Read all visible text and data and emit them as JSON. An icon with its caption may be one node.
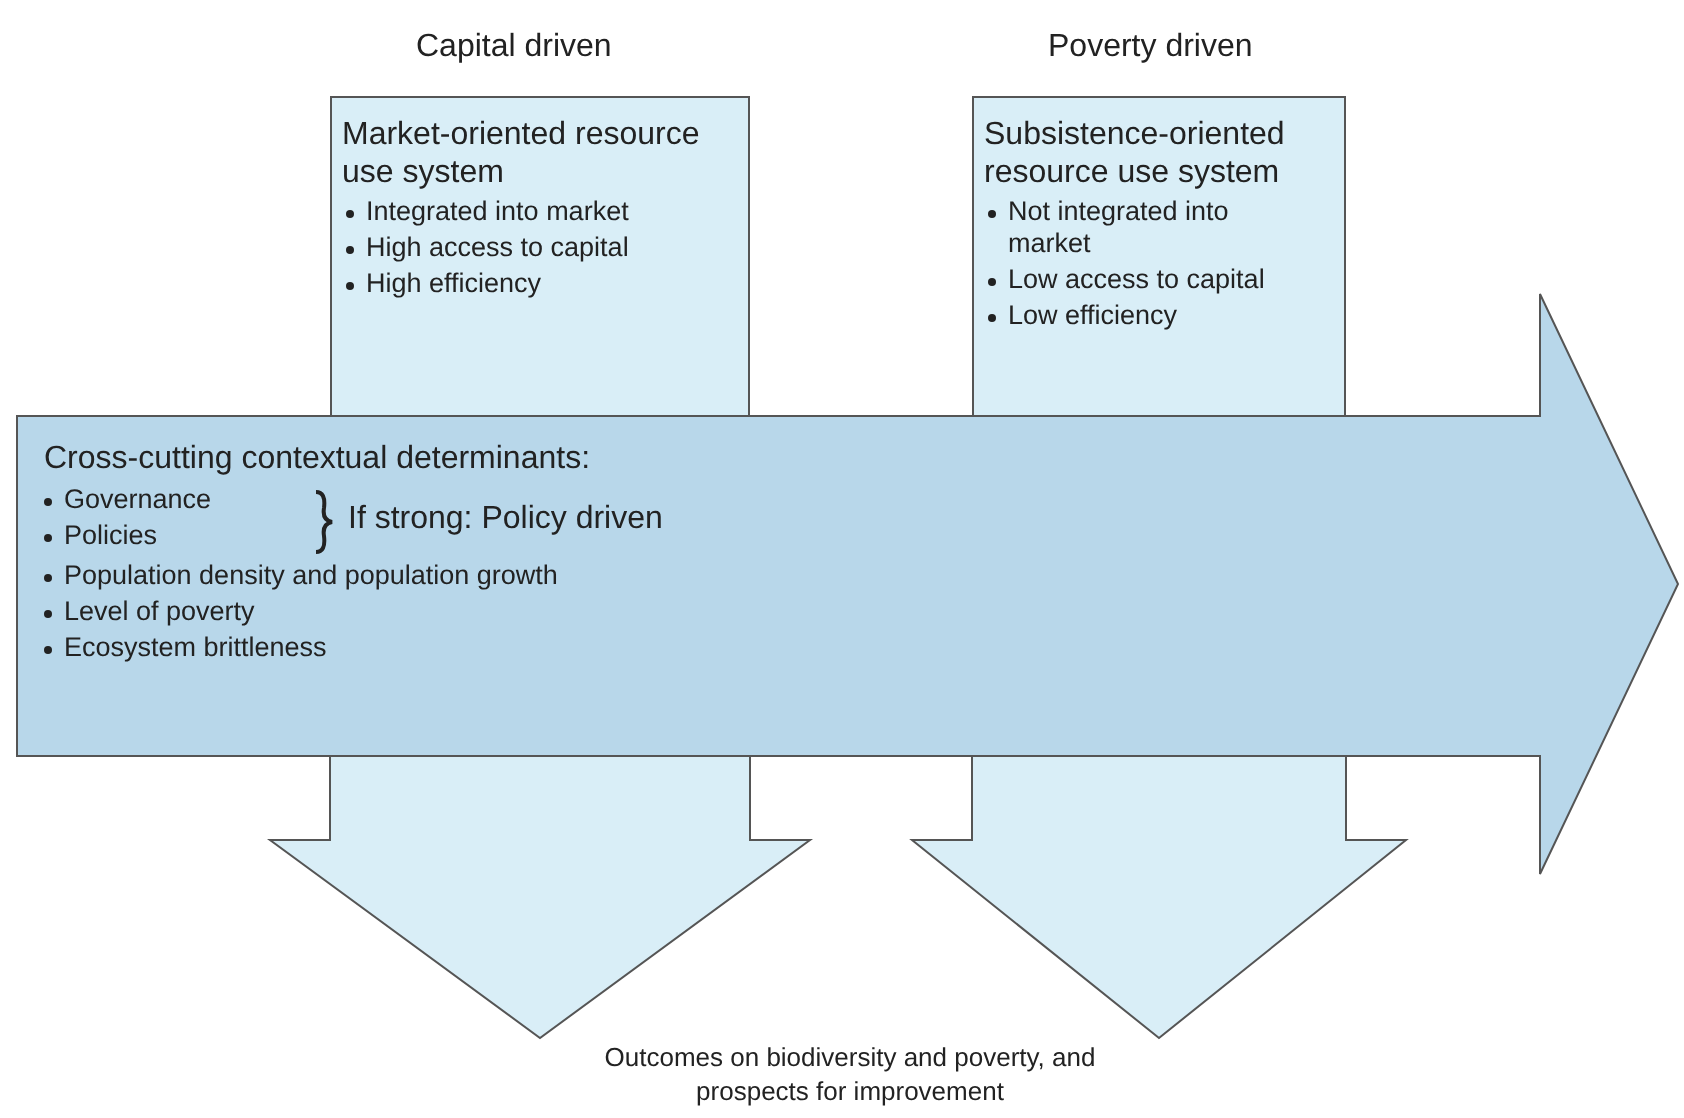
{
  "diagram": {
    "nodes": [
      {
        "text": [
          "Market-oriented resource use system",
          "Integrated into market",
          "High access to capital",
          "High efficiency"
        ],
        "beside": [
          "Capital driven"
        ]
      },
      {
        "text": [
          "Subsistence-oriented resource use system",
          "Not integrated into market",
          "Low access to capital",
          "Low efficiency"
        ],
        "beside": [
          "Poverty driven"
        ]
      },
      {
        "text": [
          "Cross-cutting contextual determinants:",
          "Governance",
          "Policies",
          "If strong: Policy driven",
          "Population density and population growth",
          "Level of poverty",
          "Ecosystem brittleness"
        ]
      },
      {
        "text": [
          "Outcomes on biodiversity and poverty, and prospects for improvement"
        ]
      }
    ],
    "edges": [
      {
        "from": 0,
        "to": 3,
        "arrow": "to"
      },
      {
        "from": 1,
        "to": 3,
        "arrow": "to"
      }
    ]
  }
}
